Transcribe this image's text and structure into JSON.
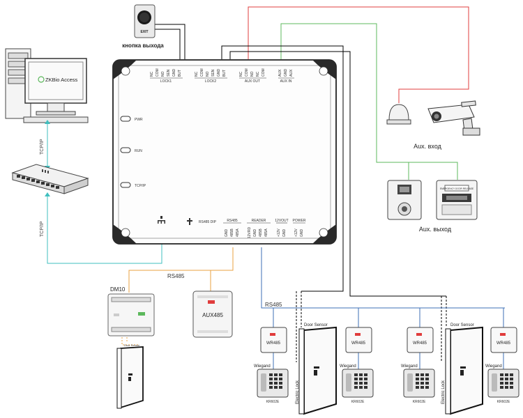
{
  "exit_button": {
    "caption": "кнопка выхода",
    "face_label": "EXIT"
  },
  "pc": {
    "app_name": "ZKBio Access"
  },
  "network": {
    "link_top": "TCP/IP",
    "link_bottom": "TCP/IP"
  },
  "controller": {
    "top_groups": [
      {
        "label": "LOCK1",
        "pins": [
          "NC",
          "COM",
          "NO",
          "SEN",
          "GND",
          "BUT"
        ]
      },
      {
        "label": "LOCK2",
        "pins": [
          "NC",
          "COM",
          "NO",
          "SEN",
          "GND",
          "BUT"
        ]
      },
      {
        "label": "AUX OUT",
        "pins": [
          "NC",
          "COM",
          "NO",
          "NC",
          "COM"
        ]
      },
      {
        "label": "AUX IN",
        "pins": [
          "AUX",
          "GND",
          "AUX"
        ]
      }
    ],
    "leds": [
      "PWR",
      "RUN",
      "TCP/IP"
    ],
    "dip_label": "RS485 DIP",
    "bottom_groups": [
      {
        "label": "RS485",
        "pins": [
          "GND",
          "485B",
          "485A"
        ]
      },
      {
        "label": "READER",
        "pins": [
          "12VRD",
          "GND",
          "485B",
          "485A"
        ]
      },
      {
        "label": "12VOUT",
        "pins": [
          "+12V",
          "GND"
        ]
      },
      {
        "label": "POWER",
        "pins": [
          "+12V",
          "GND"
        ]
      }
    ]
  },
  "aux_input_label": "Aux. вход",
  "aux_output_label": "Aux. выход",
  "emergency_label": "EMERGENCY DOOR RELEASE",
  "rs485_label_left": "RS485",
  "rs485_label_right": "RS485",
  "dm10": {
    "title": "DM10",
    "door_label": "Door Sensor"
  },
  "aux485": {
    "label": "AUX485"
  },
  "readers": [
    {
      "module": "WR485",
      "wiegand": "Wiegand",
      "keypad": "KR602E"
    },
    {
      "module": "WR485",
      "wiegand": "Wiegand",
      "keypad": "KR602E"
    },
    {
      "module": "WR485",
      "wiegand": "Wiegand",
      "keypad": "KR602E"
    },
    {
      "module": "WR485",
      "wiegand": "Wiegand",
      "keypad": "KR602E"
    }
  ],
  "doors": [
    {
      "sensor": "Door Sensor",
      "lock": "Electric Lock"
    },
    {
      "sensor": "Door Sensor",
      "lock": "Electric Lock"
    }
  ],
  "colors": {
    "red_wire": "#e03c3c",
    "green_wire": "#5cb85c",
    "cyan_wire": "#3fbfbf",
    "orange_wire": "#e8a040",
    "blue_wire": "#3d6fb6"
  }
}
